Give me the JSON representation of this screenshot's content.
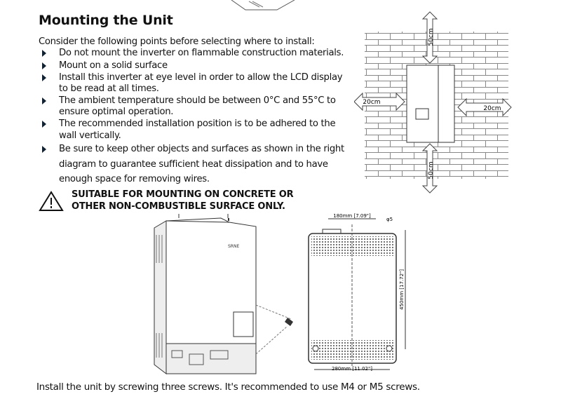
{
  "heading": "Mounting the Unit",
  "intro": "Consider the following points before selecting where to install:",
  "bullets": [
    [
      "Do not mount the inverter on flammable construction materials."
    ],
    [
      "Mount on a solid surface"
    ],
    [
      "Install this inverter at eye level in order to allow the LCD display",
      "to be read at all times."
    ],
    [
      "The ambient temperature should be between 0°C and 55°C to",
      "ensure optimal operation."
    ],
    [
      "The recommended installation position is to be adhered to the",
      "wall vertically."
    ],
    [
      "Be sure to keep other objects and surfaces as shown in the right",
      "diagram to guarantee sufficient heat dissipation and to have",
      "enough space for removing wires."
    ]
  ],
  "warning": [
    "SUITABLE FOR MOUNTING ON CONCRETE OR",
    "OTHER NON-COMBUSTIBLE SURFACE ONLY."
  ],
  "clearance": {
    "top": "50cm",
    "bottom": "50cm",
    "left": "20cm",
    "right": "20cm"
  },
  "dimensions": {
    "hole_spacing": "180mm [7.09\"]",
    "hole_dia": "φ5",
    "height": "450mm [17.72\"]",
    "width": "280mm [11.02\"]"
  },
  "caption": "Install the unit by screwing three screws. It's recommended to use M4 or M5 screws."
}
